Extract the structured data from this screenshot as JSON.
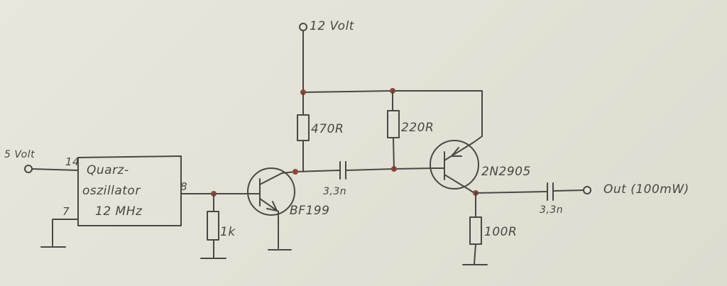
{
  "labels": {
    "supply12": "12 Volt",
    "supply5": "5 Volt",
    "osc_line1": "Quarz-",
    "osc_line2": "oszillator",
    "osc_line3": "12 MHz",
    "pin14": "14",
    "pin7": "7",
    "pin8": "8",
    "r1k": "1k",
    "r470": "470R",
    "r220": "220R",
    "r100": "100R",
    "c1": "3,3n",
    "c2": "3,3n",
    "q1": "BF199",
    "q2": "2N2905",
    "out": "Out (100mW)"
  }
}
